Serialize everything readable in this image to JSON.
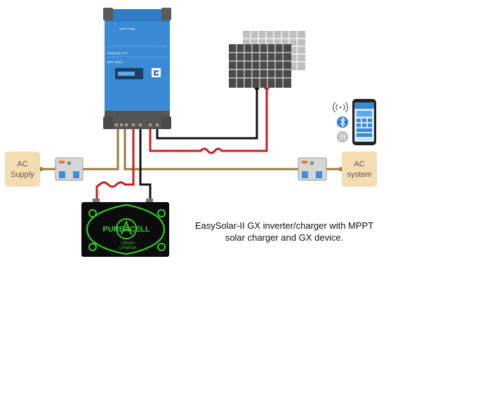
{
  "caption": {
    "line1": "EasySolar-II GX inverter/charger with MPPT",
    "line2": "solar charger and GX device."
  },
  "ac_supply": {
    "line1": "AC",
    "line2": "Supply"
  },
  "ac_system": {
    "line1": "AC",
    "line2": "system"
  },
  "inverter": {
    "brand": "victron energy",
    "model": "EasySolar-II GX",
    "subtitle": "MPPT 250|70"
  },
  "battery": {
    "brand": "PUREACELL",
    "chem_line1": "Lithium",
    "chem_line2": "LiFePO4"
  },
  "colors": {
    "ac_wire": "#9a7a3e",
    "dc_positive": "#c8201f",
    "dc_negative": "#111111",
    "ac_box": "#f5ddb3",
    "inverter_blue": "#3a8ad6",
    "battery_green": "#2ecc1f"
  },
  "icons": [
    "wifi-icon",
    "bluetooth-icon",
    "keypad-icon",
    "smartphone-icon"
  ]
}
